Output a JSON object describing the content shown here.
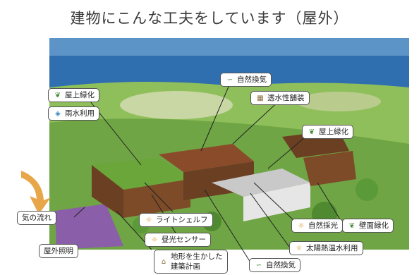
{
  "title": "建物にこんな工夫をしています（屋外）",
  "labels": {
    "roof_green_left": "屋上緑化",
    "rainwater": "雨水利用",
    "natural_vent_top": "自然換気",
    "permeable_paving": "透水性舗装",
    "roof_green_right": "屋上緑化",
    "air_flow": "気の流れ",
    "light_shelf": "ライトシェルフ",
    "daylight_sensor": "昼光センサー",
    "terrain_line1": "地形を生かした",
    "terrain_line2": "建築計画",
    "outdoor_lighting": "屋外照明",
    "natural_vent_bottom": "自然換気",
    "natural_daylight": "自然採光",
    "wall_green": "壁面緑化",
    "solar_water": "太陽熱温水利用"
  },
  "icons": {
    "roof_green": "leaf-icon",
    "rainwater": "water-drop-icon",
    "natural_vent": "wind-leaf-icon",
    "permeable_paving": "pavement-icon",
    "light_shelf": "sun-icon",
    "daylight_sensor": "sun-icon",
    "terrain": "building-hill-icon",
    "natural_daylight": "sun-icon",
    "wall_green": "leaf-icon",
    "solar_water": "sun-icon"
  },
  "colors": {
    "sea": "#2f6fb0",
    "grass": "#7fb24e",
    "roof_green": "#6aa63a",
    "building": "#6b3f22",
    "arrow": "#e8a64a"
  }
}
